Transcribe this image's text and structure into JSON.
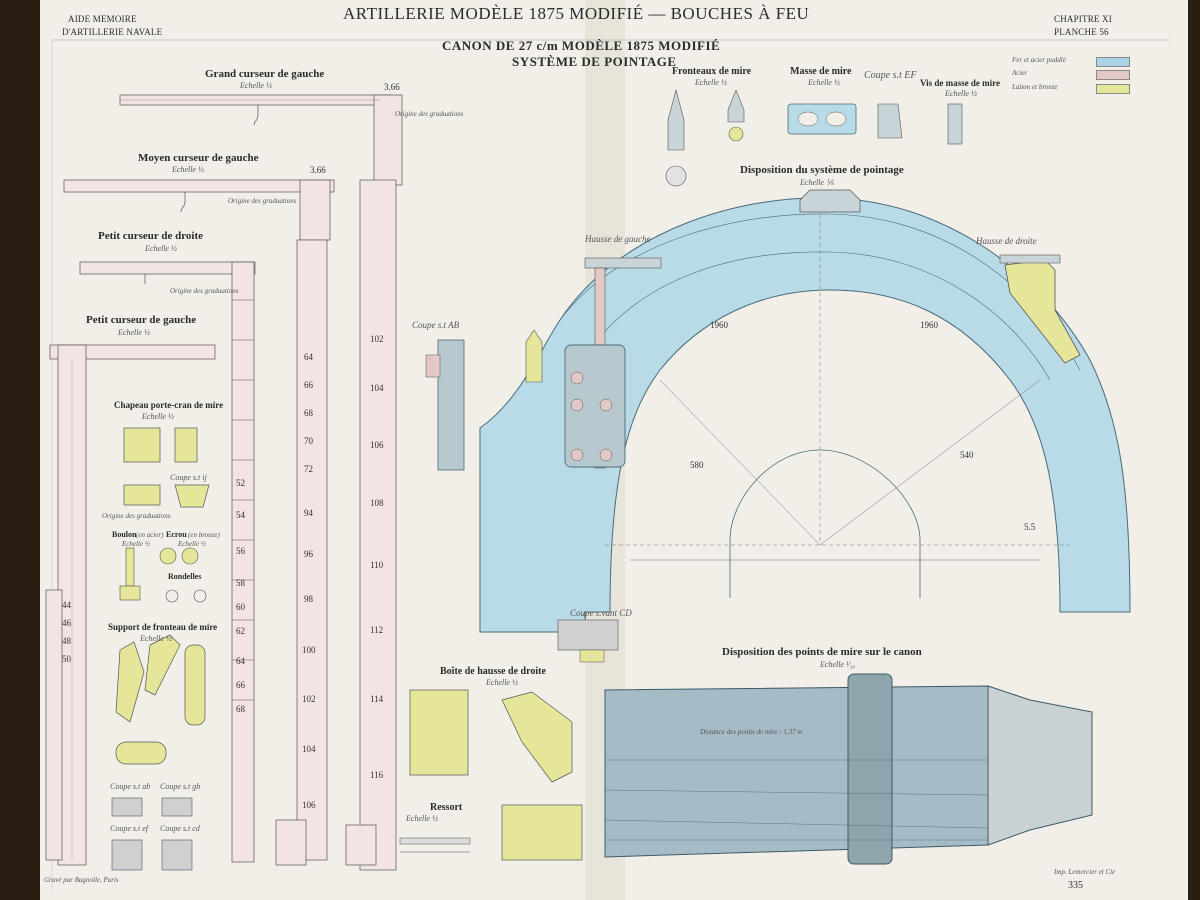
{
  "header": {
    "left_line1": "AIDE MEMOIRE",
    "left_line2": "D'ARTILLERIE NAVALE",
    "title": "ARTILLERIE MODÈLE 1875 MODIFIÉ — BOUCHES À FEU",
    "right_line1": "CHAPITRE XI",
    "right_line2": "PLANCHE 56",
    "subtitle1": "CANON DE 27 c/m MODÈLE 1875 MODIFIÉ",
    "subtitle2": "SYSTÈME DE POINTAGE"
  },
  "legend": {
    "items": [
      {
        "label": "Fer et acier puddlé",
        "color": "#a9d3e6"
      },
      {
        "label": "Acier",
        "color": "#e3c8c8"
      },
      {
        "label": "Laiton et bronze",
        "color": "#e6e69a"
      }
    ]
  },
  "left_panel": {
    "grand_curseur": {
      "title": "Grand curseur de gauche",
      "scale": "Echelle ½",
      "origin": "Origine des graduations",
      "dim": "3.66"
    },
    "moyen_curseur": {
      "title": "Moyen curseur de gauche",
      "scale": "Echelle ½",
      "origin": "Origine des graduations",
      "dim": "3.66"
    },
    "petit_droite": {
      "title": "Petit curseur de droite",
      "scale": "Echelle ½",
      "origin": "Origine des graduations"
    },
    "petit_gauche": {
      "title": "Petit curseur de gauche",
      "scale": "Echelle ½"
    },
    "chapeau": {
      "title": "Chapeau porte-cran de mire",
      "scale": "Echelle ½",
      "coupe": "Coupe s.t ij",
      "origin": "Origine des graduations"
    },
    "boulon": {
      "title": "Boulon",
      "note": "(en acier)",
      "scale": "Echelle ½"
    },
    "ecrou": {
      "title": "Ecrou",
      "note": "(en bronze)",
      "scale": "Echelle ½"
    },
    "rondelles": {
      "title": "Rondelles"
    },
    "support": {
      "title": "Support de fronteau de mire",
      "scale": "Echelle ½"
    },
    "coupes": [
      "Coupe s.t ab",
      "Coupe s.t gh",
      "Coupe s.t ef",
      "Coupe s.t cd"
    ],
    "credit": "Gravé par Bagnolle, Paris"
  },
  "scales": {
    "column1": [
      "64",
      "66",
      "68",
      "70",
      "72",
      "94",
      "96",
      "98",
      "100",
      "102",
      "104",
      "106"
    ],
    "column2": [
      "102",
      "104",
      "106",
      "108",
      "110",
      "112",
      "114",
      "116"
    ],
    "left_ticks": [
      "44",
      "46",
      "48",
      "50",
      "52",
      "54",
      "56",
      "58",
      "60",
      "62",
      "64",
      "66",
      "68"
    ]
  },
  "right_panel": {
    "fronteaux": {
      "title": "Fronteaux de mire",
      "scale": "Echelle ½"
    },
    "masse": {
      "title": "Masse de mire",
      "scale": "Echelle ½"
    },
    "coupe_ef": {
      "title": "Coupe s.t EF"
    },
    "vis": {
      "title": "Vis de masse de mire",
      "scale": "Echelle ½"
    },
    "disposition": {
      "title": "Disposition du système de pointage",
      "scale": "Echelle ⅕"
    },
    "hausse_gauche": "Hausse de gauche",
    "hausse_droite": "Hausse de droite",
    "coupe_ab": "Coupe s.t AB",
    "coupe_cd": "Coupe s.vant CD",
    "points_mire": {
      "title": "Disposition des points de mire sur le canon",
      "scale": "Echelle ¹⁄₂₀",
      "inner": "Distance des points de mire : 1.37 m"
    },
    "boite": {
      "title": "Boîte de hausse de droite",
      "scale": "Echelle ½"
    },
    "ressort": {
      "title": "Ressort",
      "scale": "Echelle ½"
    },
    "dims": [
      "1960",
      "1960",
      "580",
      "540",
      "5.5"
    ],
    "imprint": "Imp. Lemercier et Cie",
    "page": "335"
  }
}
